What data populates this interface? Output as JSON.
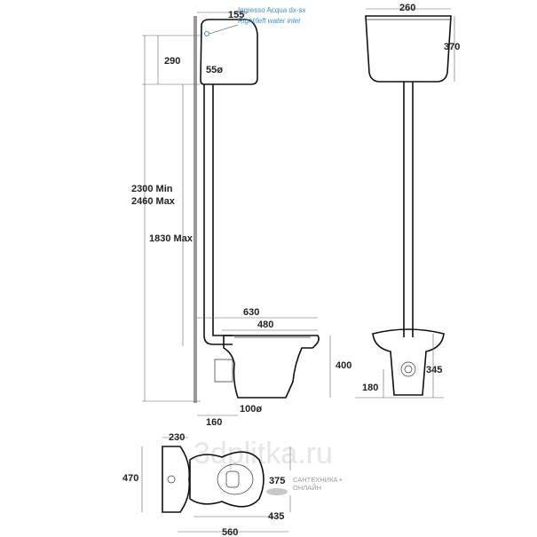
{
  "side_view": {
    "width_tank": "155",
    "inlet_label_it": "Ingresso Acqua dx-sx",
    "inlet_label_en": "Right/left water inlet",
    "tank_height": "290",
    "flush_pipe": "55ø",
    "total_min": "2300 Min",
    "total_max": "2460 Max",
    "pipe_height": "1830 Max",
    "depth_total": "630",
    "depth_bowl": "480",
    "bowl_height": "400",
    "outlet_offset": "160",
    "outlet_diameter": "100ø"
  },
  "front_view": {
    "tank_width": "260",
    "tank_height": "370",
    "bowl_height": "345",
    "outlet_height": "180"
  },
  "top_view": {
    "tank_depth": "230",
    "tank_width": "470",
    "bowl_width": "375",
    "bowl_length": "435",
    "total_length": "560"
  },
  "watermark": {
    "site": "3dplitka.ru",
    "logo_line1": "САНТЕХНИКА •",
    "logo_line2": "ОНЛАЙН"
  }
}
